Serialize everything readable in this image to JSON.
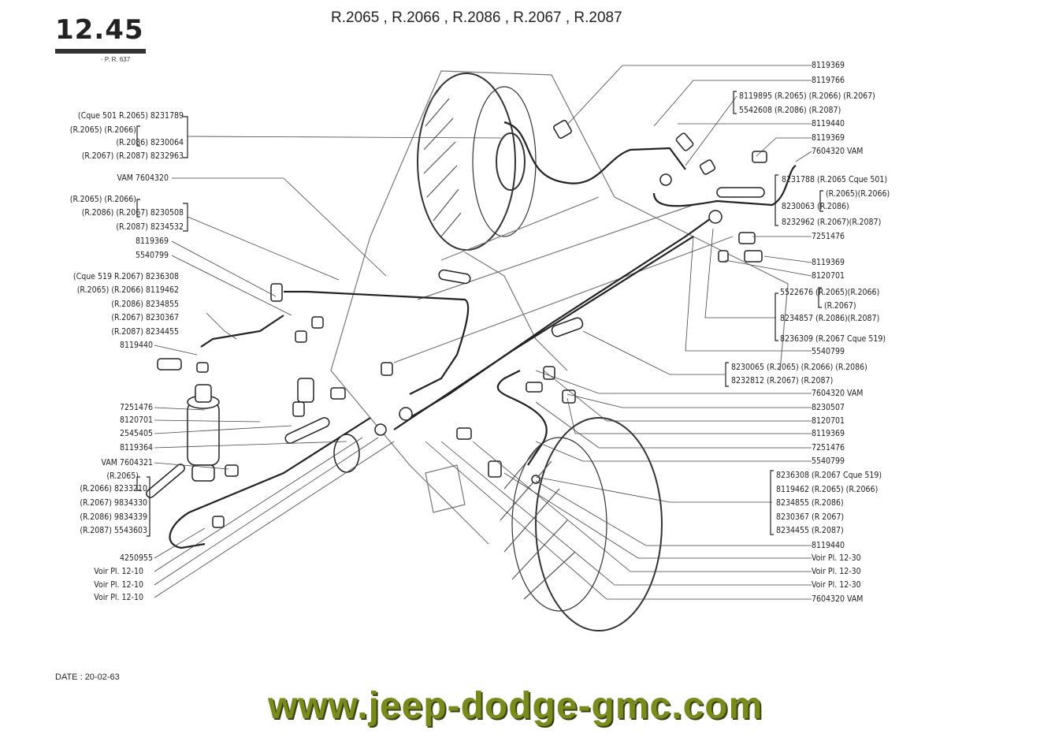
{
  "header": {
    "sheet_number": "12.45",
    "sheet_ref": "· P. R. 637",
    "models": "R.2065 , R.2066 , R.2086 , R.2067 , R.2087"
  },
  "footer": {
    "date": "DATE : 20-02-63",
    "website": "www.jeep-dodge-gmc.com"
  },
  "labels_left": [
    {
      "id": "l1",
      "text": "(Cque 501 R.2065)  8231789"
    },
    {
      "id": "l2",
      "text": "(R.2065) (R.2066)"
    },
    {
      "id": "l3",
      "text": "(R.2086)  8230064"
    },
    {
      "id": "l4",
      "text": "(R.2067) (R.2087)  8232963"
    },
    {
      "id": "l5",
      "text": "VAM   7604320"
    },
    {
      "id": "l6",
      "text": "(R.2065) (R.2066)"
    },
    {
      "id": "l7",
      "text": "(R.2086) (R.2067)  8230508"
    },
    {
      "id": "l8",
      "text": "(R.2087)  8234532"
    },
    {
      "id": "l9",
      "text": "8119369"
    },
    {
      "id": "l10",
      "text": "5540799"
    },
    {
      "id": "l11",
      "text": "(Cque 519 R.2067) 8236308"
    },
    {
      "id": "l12",
      "text": "(R.2065) (R.2066) 8119462"
    },
    {
      "id": "l13",
      "text": "(R.2086) 8234855"
    },
    {
      "id": "l14",
      "text": "(R.2067) 8230367"
    },
    {
      "id": "l15",
      "text": "(R.2087) 8234455"
    },
    {
      "id": "l16",
      "text": "8119440"
    },
    {
      "id": "l17",
      "text": "7251476"
    },
    {
      "id": "l18",
      "text": "8120701"
    },
    {
      "id": "l19",
      "text": "2545405"
    },
    {
      "id": "l20",
      "text": "8119364"
    },
    {
      "id": "l21",
      "text": "VAM   7604321"
    },
    {
      "id": "l22",
      "text": "(R.2065)"
    },
    {
      "id": "l23",
      "text": "(R.2066)  8233210"
    },
    {
      "id": "l24",
      "text": "(R.2067)  9834330"
    },
    {
      "id": "l25",
      "text": "(R.2086)  9834339"
    },
    {
      "id": "l26",
      "text": "(R.2087)  5543603"
    },
    {
      "id": "l27",
      "text": "4250955"
    },
    {
      "id": "l28",
      "text": "Voir Pl. 12-10"
    },
    {
      "id": "l29",
      "text": "Voir Pl. 12-10"
    },
    {
      "id": "l30",
      "text": "Voir Pl. 12-10"
    }
  ],
  "labels_right": [
    {
      "id": "r1",
      "text": "8119369"
    },
    {
      "id": "r2",
      "text": "8119766"
    },
    {
      "id": "r3",
      "text": "8119895 (R.2065) (R.2066) (R.2067)"
    },
    {
      "id": "r4",
      "text": "5542608 (R.2086) (R.2087)"
    },
    {
      "id": "r5",
      "text": "8119440"
    },
    {
      "id": "r6",
      "text": "8119369"
    },
    {
      "id": "r7",
      "text": "7604320  VAM"
    },
    {
      "id": "r8",
      "text": "8231788 (R.2065 Cque 501)"
    },
    {
      "id": "r9",
      "text": "(R.2065)(R.2066)"
    },
    {
      "id": "r10",
      "text": "8230063  (R.2086)"
    },
    {
      "id": "r11",
      "text": "8232962 (R.2067)(R.2087)"
    },
    {
      "id": "r12",
      "text": "7251476"
    },
    {
      "id": "r13",
      "text": "8119369"
    },
    {
      "id": "r14",
      "text": "8120701"
    },
    {
      "id": "r15",
      "text": "5522676  (R.2065)(R.2066)"
    },
    {
      "id": "r16",
      "text": "(R.2067)"
    },
    {
      "id": "r17",
      "text": "8234857  (R.2086)(R.2087)"
    },
    {
      "id": "r18",
      "text": "8236309  (R.2067 Cque 519)"
    },
    {
      "id": "r19",
      "text": "5540799"
    },
    {
      "id": "r20",
      "text": "8230065 (R.2065) (R.2066) (R.2086)"
    },
    {
      "id": "r21",
      "text": "8232812 (R.2067) (R.2087)"
    },
    {
      "id": "r22",
      "text": "7604320  VAM"
    },
    {
      "id": "r23",
      "text": "8230507"
    },
    {
      "id": "r24",
      "text": "8120701"
    },
    {
      "id": "r25",
      "text": "8119369"
    },
    {
      "id": "r26",
      "text": "7251476"
    },
    {
      "id": "r27",
      "text": "5540799"
    },
    {
      "id": "r28",
      "text": "8236308 (R.2067 Cque 519)"
    },
    {
      "id": "r29",
      "text": "8119462 (R.2065) (R.2066)"
    },
    {
      "id": "r30",
      "text": "8234855 (R.2086)"
    },
    {
      "id": "r31",
      "text": "8230367 (R 2067)"
    },
    {
      "id": "r32",
      "text": "8234455 (R.2087)"
    },
    {
      "id": "r33",
      "text": "8119440"
    },
    {
      "id": "r34",
      "text": "Voir Pl. 12-30"
    },
    {
      "id": "r35",
      "text": "Voir Pl. 12-30"
    },
    {
      "id": "r36",
      "text": "Voir Pl. 12-30"
    },
    {
      "id": "r37",
      "text": "7604320  VAM"
    }
  ]
}
